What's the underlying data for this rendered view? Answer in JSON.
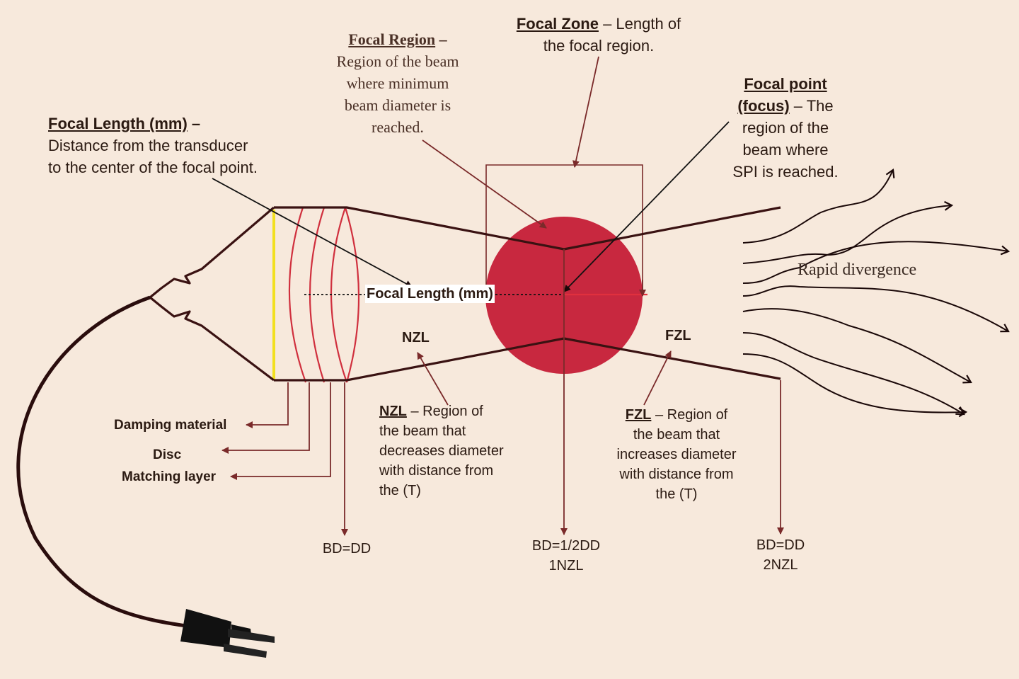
{
  "colors": {
    "background": "#f7e9dc",
    "beam_line": "#3a1212",
    "pointer": "#7a2a2a",
    "focal_circle": "#c8283f",
    "disc_edge": "#f2e020",
    "lens_rings": "#d0303e",
    "cable": "#2a0d0d",
    "text": "#2b1a12"
  },
  "icons": {
    "plug": "power-plug-icon",
    "waves": "wavy-arrow-icon"
  },
  "labels": {
    "focal_length": {
      "term": "Focal Length (mm)",
      "dash": " –",
      "desc": [
        "Distance from the transducer",
        "to the center of the focal point."
      ]
    },
    "focal_region": {
      "term": "Focal Region",
      "dash": " –",
      "desc": [
        "Region of the beam",
        "where minimum",
        "beam diameter is",
        "reached."
      ]
    },
    "focal_zone": {
      "term": "Focal Zone",
      "dash": " – Length of",
      "desc": [
        "the focal region."
      ]
    },
    "focal_point": {
      "term1": "Focal point",
      "term2": "(focus)",
      "dash": " – The",
      "desc": [
        "region of the",
        "beam where",
        "SPI is reached."
      ]
    },
    "rapid_divergence": "Rapid divergence",
    "focal_length_axis": "Focal Length (mm)",
    "nzl_short": "NZL",
    "fzl_short": "FZL",
    "nzl_def": {
      "term": "NZL",
      "dash": " – Region of",
      "desc": [
        "the beam that",
        "decreases diameter",
        "with distance from",
        "the (T)"
      ]
    },
    "fzl_def": {
      "term": "FZL",
      "dash": " – Region of",
      "desc": [
        "the beam that",
        "increases diameter",
        "with distance from",
        "the (T)"
      ]
    },
    "damping_material": "Damping material",
    "disc": "Disc",
    "matching_layer": "Matching layer",
    "bd_dd_start": "BD=DD",
    "bd_half": "BD=1/2DD",
    "one_nzl": "1NZL",
    "bd_dd_end": "BD=DD",
    "two_nzl": "2NZL"
  }
}
